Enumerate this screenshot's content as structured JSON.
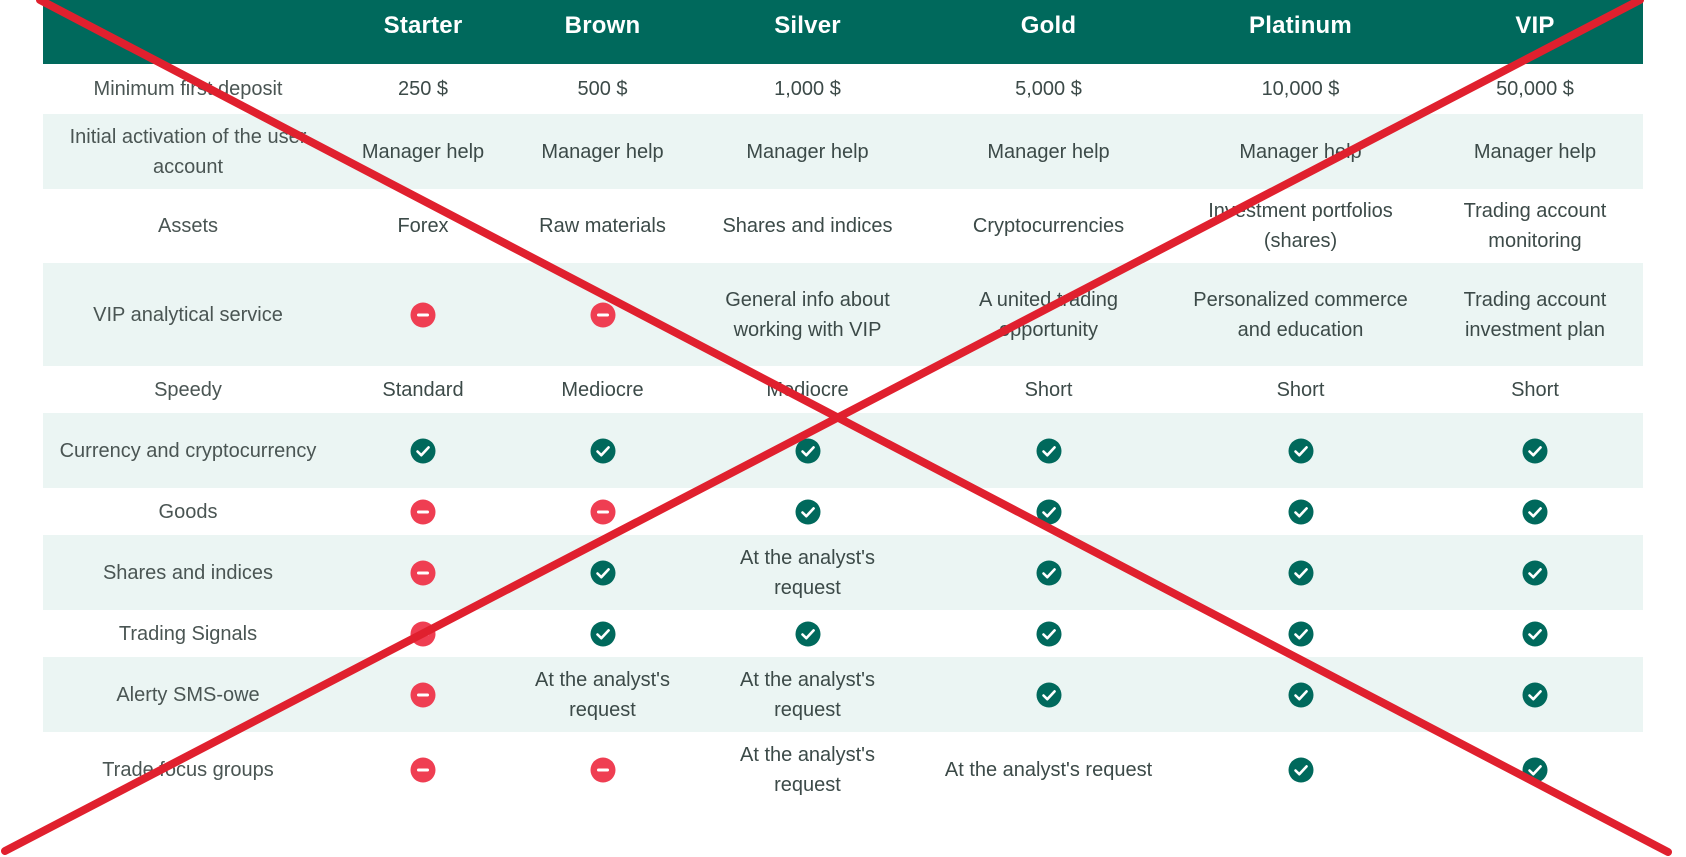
{
  "columns": [
    "",
    "Starter",
    "Brown",
    "Silver",
    "Gold",
    "Platinum",
    "VIP"
  ],
  "rows": [
    {
      "label": "Minimum first deposit",
      "cells": [
        "250 $",
        "500 $",
        "1,000 $",
        "5,000 $",
        "10,000 $",
        "50,000 $"
      ]
    },
    {
      "label": "Initial activation of the user account",
      "cells": [
        "Manager help",
        "Manager help",
        "Manager help",
        "Manager help",
        "Manager help",
        "Manager help"
      ]
    },
    {
      "label": "Assets",
      "cells": [
        "Forex",
        "Raw materials",
        "Shares and indices",
        "Cryptocurrencies",
        "Investment portfolios (shares)",
        "Trading account monitoring"
      ]
    },
    {
      "label": "VIP analytical service",
      "cells": [
        "icon:no",
        "icon:no",
        "General info about working with VIP",
        "A united trading opportunity",
        "Personalized commerce and education",
        "Trading account investment plan"
      ]
    },
    {
      "label": "Speedy",
      "cells": [
        "Standard",
        "Mediocre",
        "Mediocre",
        "Short",
        "Short",
        "Short"
      ]
    },
    {
      "label": "Currency and cryptocurrency",
      "cells": [
        "icon:yes",
        "icon:yes",
        "icon:yes",
        "icon:yes",
        "icon:yes",
        "icon:yes"
      ]
    },
    {
      "label": "Goods",
      "cells": [
        "icon:no",
        "icon:no",
        "icon:yes",
        "icon:yes",
        "icon:yes",
        "icon:yes"
      ]
    },
    {
      "label": "Shares and indices",
      "cells": [
        "icon:no",
        "icon:yes",
        "At the analyst's request",
        "icon:yes",
        "icon:yes",
        "icon:yes"
      ]
    },
    {
      "label": "Trading Signals",
      "cells": [
        "icon:no",
        "icon:yes",
        "icon:yes",
        "icon:yes",
        "icon:yes",
        "icon:yes"
      ]
    },
    {
      "label": "Alerty SMS-owe",
      "cells": [
        "icon:no",
        "At the analyst's request",
        "At the analyst's request",
        "icon:yes",
        "icon:yes",
        "icon:yes"
      ]
    },
    {
      "label": "Trade focus groups",
      "cells": [
        "icon:no",
        "icon:no",
        "At the analyst's request",
        "At the analyst's request",
        "icon:yes",
        "icon:yes"
      ]
    }
  ],
  "icons": {
    "yes": "check-circle-icon",
    "no": "minus-circle-icon"
  },
  "colors": {
    "header_bg": "#00695c",
    "alt_row_bg": "#ebf5f3",
    "check": "#00695c",
    "minus": "#ef3e52",
    "cross": "#e0202e"
  }
}
